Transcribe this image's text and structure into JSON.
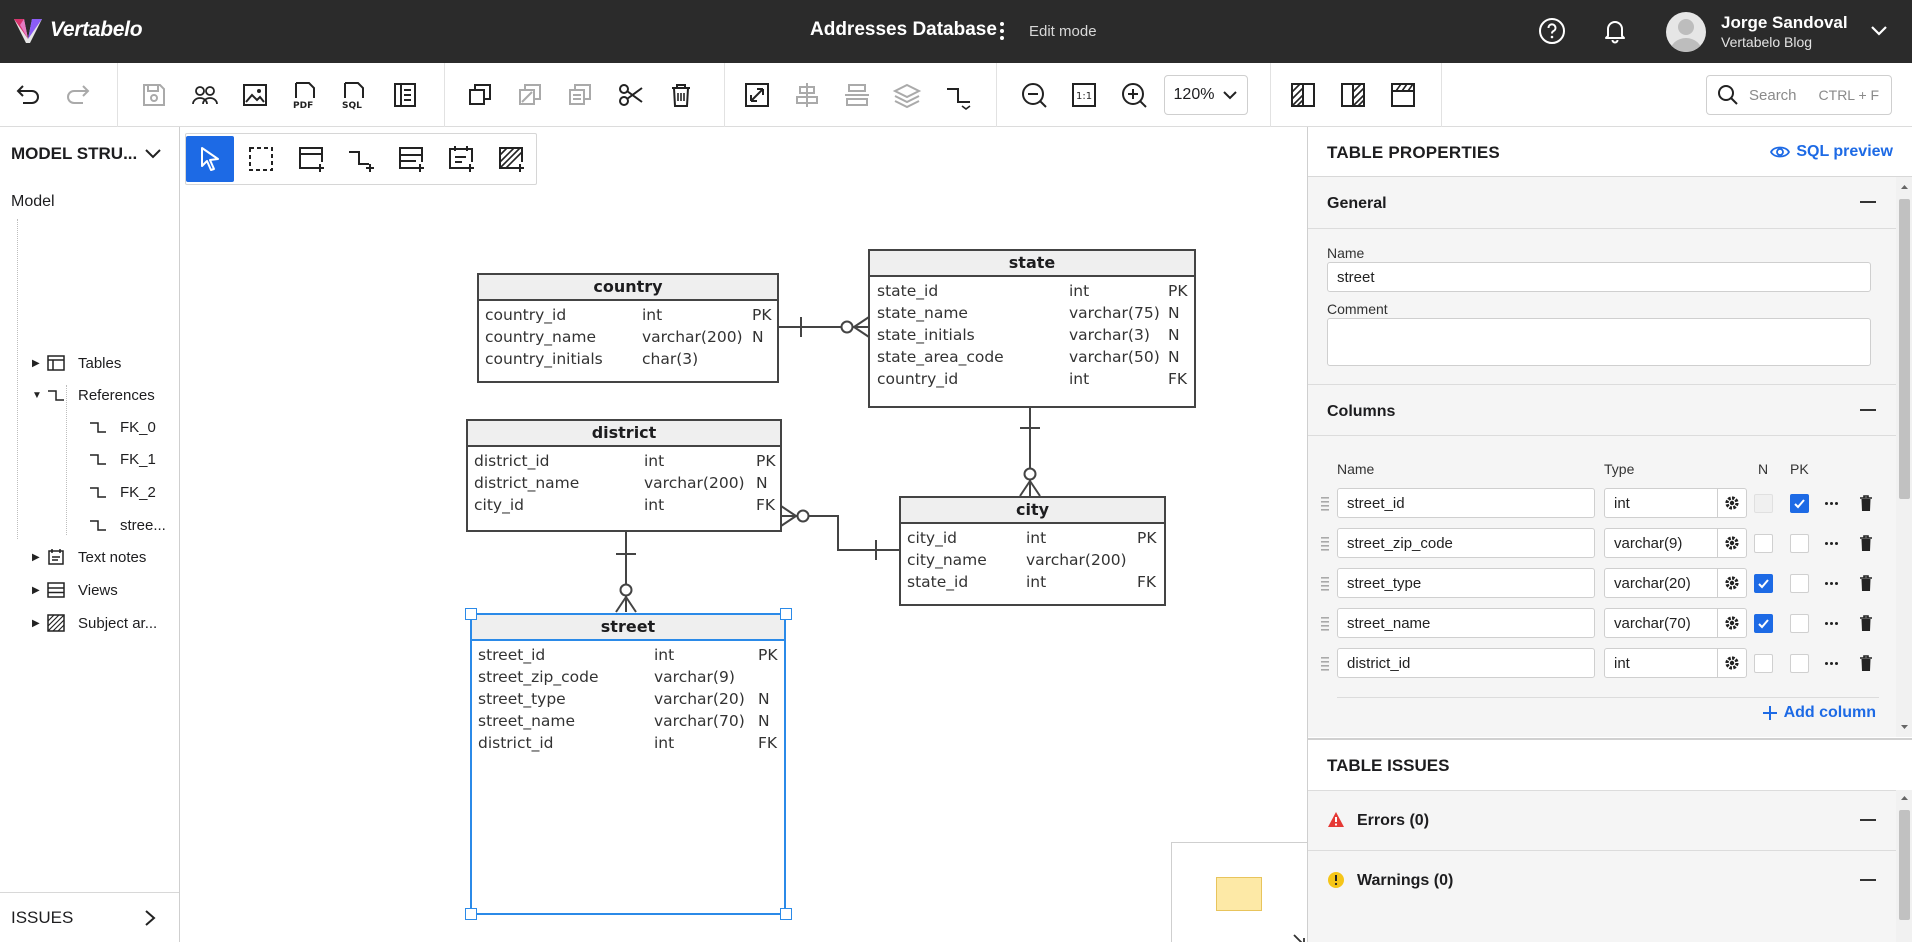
{
  "app": {
    "logo_text": "Vertabelo",
    "brand_color": "#2b2b2b",
    "accent_color": "#1d6ae5"
  },
  "topbar": {
    "doc_title": "Addresses Database",
    "mode": "Edit mode",
    "user": {
      "name": "Jorge Sandoval",
      "org": "Vertabelo Blog"
    }
  },
  "toolbar": {
    "zoom": "120%",
    "search_placeholder": "Search",
    "search_shortcut": "CTRL + F",
    "pdf_label": "PDF",
    "sql_label": "SQL",
    "one_to_one_label": "1:1"
  },
  "left_panel": {
    "title": "MODEL STRU...",
    "root": "Model",
    "nodes": [
      {
        "label": "Tables",
        "icon": "table-icon",
        "expanded": false
      },
      {
        "label": "References",
        "icon": "reference-icon",
        "expanded": true,
        "children": [
          "FK_0",
          "FK_1",
          "FK_2",
          "stree..."
        ]
      },
      {
        "label": "Text notes",
        "icon": "note-icon",
        "expanded": false
      },
      {
        "label": "Views",
        "icon": "view-icon",
        "expanded": false
      },
      {
        "label": "Subject ar...",
        "icon": "subject-area-icon",
        "expanded": false
      }
    ],
    "issues_label": "ISSUES"
  },
  "diagram": {
    "tables": [
      {
        "name": "country",
        "columns": [
          [
            "country_id",
            "int",
            "PK"
          ],
          [
            "country_name",
            "varchar(200)",
            "N"
          ],
          [
            "country_initials",
            "char(3)",
            ""
          ]
        ]
      },
      {
        "name": "state",
        "columns": [
          [
            "state_id",
            "int",
            "PK"
          ],
          [
            "state_name",
            "varchar(75)",
            "N"
          ],
          [
            "state_initials",
            "varchar(3)",
            "N"
          ],
          [
            "state_area_code",
            "varchar(50)",
            "N"
          ],
          [
            "country_id",
            "int",
            "FK"
          ]
        ]
      },
      {
        "name": "district",
        "columns": [
          [
            "district_id",
            "int",
            "PK"
          ],
          [
            "district_name",
            "varchar(200)",
            "N"
          ],
          [
            "city_id",
            "int",
            "FK"
          ]
        ]
      },
      {
        "name": "city",
        "columns": [
          [
            "city_id",
            "int",
            "PK"
          ],
          [
            "city_name",
            "varchar(200)",
            ""
          ],
          [
            "state_id",
            "int",
            "FK"
          ]
        ]
      },
      {
        "name": "street",
        "columns": [
          [
            "street_id",
            "int",
            "PK"
          ],
          [
            "street_zip_code",
            "varchar(9)",
            ""
          ],
          [
            "street_type",
            "varchar(20)",
            "N"
          ],
          [
            "street_name",
            "varchar(70)",
            "N"
          ],
          [
            "district_id",
            "int",
            "FK"
          ]
        ]
      }
    ]
  },
  "properties": {
    "title": "TABLE PROPERTIES",
    "sql_preview": "SQL preview",
    "general": {
      "heading": "General",
      "name_label": "Name",
      "name_value": "street",
      "comment_label": "Comment",
      "comment_value": ""
    },
    "columns": {
      "heading": "Columns",
      "header_name": "Name",
      "header_type": "Type",
      "header_n": "N",
      "header_pk": "PK",
      "rows": [
        {
          "name": "street_id",
          "type": "int",
          "n": false,
          "pk": true,
          "n_disabled": true
        },
        {
          "name": "street_zip_code",
          "type": "varchar(9)",
          "n": false,
          "pk": false,
          "n_disabled": false
        },
        {
          "name": "street_type",
          "type": "varchar(20)",
          "n": true,
          "pk": false,
          "n_disabled": false
        },
        {
          "name": "street_name",
          "type": "varchar(70)",
          "n": true,
          "pk": false,
          "n_disabled": false
        },
        {
          "name": "district_id",
          "type": "int",
          "n": false,
          "pk": false,
          "n_disabled": false
        }
      ],
      "add_label": "Add column"
    }
  },
  "issues": {
    "title": "TABLE ISSUES",
    "errors": "Errors (0)",
    "warnings": "Warnings (0)"
  }
}
